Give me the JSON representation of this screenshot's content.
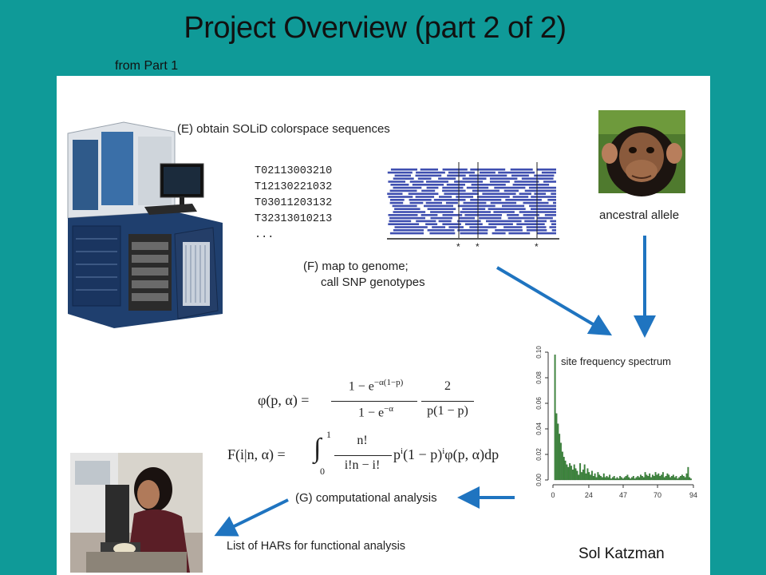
{
  "slide": {
    "title": "Project Overview (part 2 of 2)",
    "from_part": "from Part 1",
    "credit": "Sol Katzman"
  },
  "steps": {
    "e_label": "(E) obtain SOLiD colorspace sequences",
    "f_label_line1": "(F) map to genome;",
    "f_label_line2": "call SNP genotypes",
    "ancestral": "ancestral allele",
    "g_label": "(G) computational analysis",
    "har_label": "List of HARs for functional analysis"
  },
  "sequences": [
    "T02113003210",
    "T12130221032",
    "T03011203132",
    "T32313010213",
    "..."
  ],
  "formulas": {
    "phi_lhs": "φ(p, α) =",
    "phi_num": "1 − e",
    "phi_num_exp": "−α(1−p)",
    "phi_den": "1 − e",
    "phi_den_exp": "−α",
    "phi_frac2_num": "2",
    "phi_frac2_den": "p(1 − p)",
    "F_lhs": "F(i|n, α) =",
    "F_int_upper": "1",
    "F_int_lower": "0",
    "F_frac_num": "n!",
    "F_frac_den": "i!n − i!",
    "F_tail": "p",
    "F_tail_exp": "i",
    "F_tail2": "(1 − p)",
    "F_tail2_exp": "i",
    "F_tail3": "φ(p, α)dp"
  },
  "chart_data": {
    "type": "bar",
    "title": "site frequency spectrum",
    "xlabel": "",
    "ylabel": "",
    "ylim": [
      0,
      0.1
    ],
    "yticks": [
      "0.00",
      "0.02",
      "0.04",
      "0.06",
      "0.08",
      "0.10"
    ],
    "xticks": [
      "0",
      "24",
      "47",
      "70",
      "94"
    ],
    "xlim": [
      0,
      94
    ],
    "values": [
      0.0,
      0.098,
      0.052,
      0.044,
      0.036,
      0.029,
      0.022,
      0.018,
      0.015,
      0.012,
      0.01,
      0.013,
      0.011,
      0.008,
      0.012,
      0.009,
      0.007,
      0.004,
      0.013,
      0.006,
      0.008,
      0.012,
      0.005,
      0.009,
      0.006,
      0.004,
      0.007,
      0.003,
      0.005,
      0.002,
      0.006,
      0.004,
      0.003,
      0.002,
      0.005,
      0.002,
      0.003,
      0.002,
      0.004,
      0.001,
      0.002,
      0.003,
      0.001,
      0.002,
      0.001,
      0.003,
      0.002,
      0.001,
      0.002,
      0.003,
      0.004,
      0.002,
      0.001,
      0.002,
      0.003,
      0.001,
      0.002,
      0.003,
      0.002,
      0.004,
      0.003,
      0.002,
      0.006,
      0.004,
      0.003,
      0.005,
      0.002,
      0.004,
      0.003,
      0.006,
      0.004,
      0.005,
      0.003,
      0.004,
      0.006,
      0.002,
      0.003,
      0.005,
      0.004,
      0.002,
      0.003,
      0.004,
      0.002,
      0.003,
      0.001,
      0.002,
      0.003,
      0.004,
      0.003,
      0.002,
      0.005,
      0.01,
      0.002,
      0.001,
      0.0
    ],
    "color": "#3a8a3a"
  },
  "colors": {
    "background": "#0f9a98",
    "arrow": "#1f74c0",
    "read": "#3f4fb0"
  }
}
